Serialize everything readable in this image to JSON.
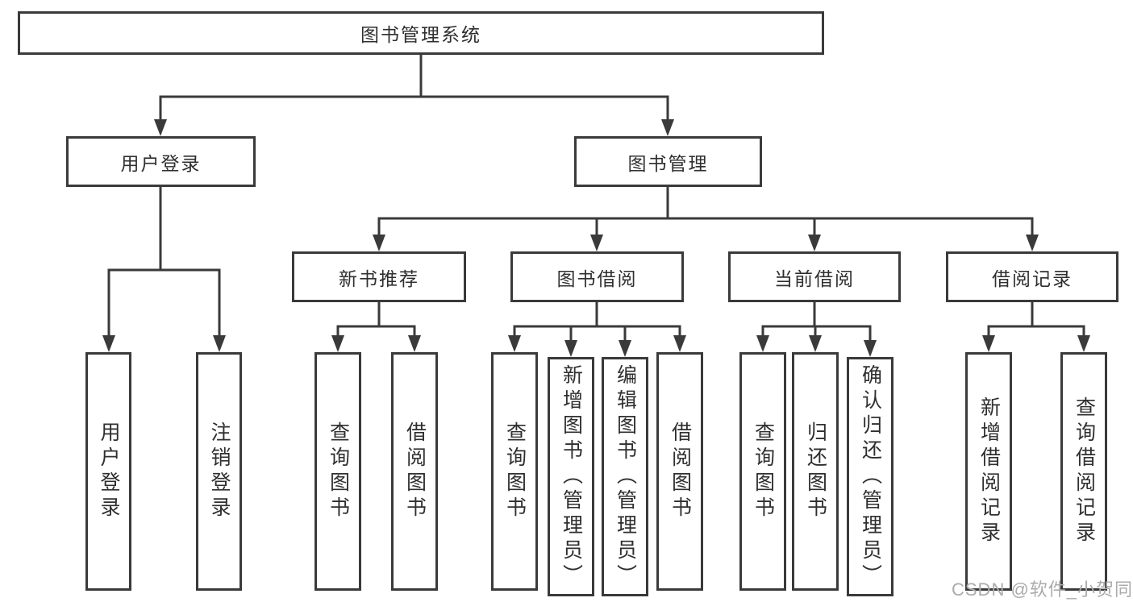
{
  "diagram": {
    "root": {
      "label": "图书管理系统"
    },
    "level2": [
      {
        "label": "用户登录"
      },
      {
        "label": "图书管理"
      }
    ],
    "level3": [
      {
        "label": "新书推荐"
      },
      {
        "label": "图书借阅"
      },
      {
        "label": "当前借阅"
      },
      {
        "label": "借阅记录"
      }
    ],
    "leaves": {
      "user_login": [
        {
          "label": "用户登录"
        },
        {
          "label": "注销登录"
        }
      ],
      "new_book_recommend": [
        {
          "label": "查询图书"
        },
        {
          "label": "借阅图书"
        }
      ],
      "book_borrow": [
        {
          "label": "查询图书"
        },
        {
          "label": "新增图书（管理员）"
        },
        {
          "label": "编辑图书（管理员）"
        },
        {
          "label": "借阅图书"
        }
      ],
      "current_borrow": [
        {
          "label": "查询图书"
        },
        {
          "label": "归还图书"
        },
        {
          "label": "确认归还（管理员）"
        }
      ],
      "borrow_records": [
        {
          "label": "新增借阅记录"
        },
        {
          "label": "查询借阅记录"
        }
      ]
    },
    "watermark": "CSDN @软件_小贺同学",
    "colors": {
      "line": "#3a3a3a",
      "text": "#2f2f2f",
      "watermark": "#ababab",
      "background": "#ffffff"
    }
  }
}
